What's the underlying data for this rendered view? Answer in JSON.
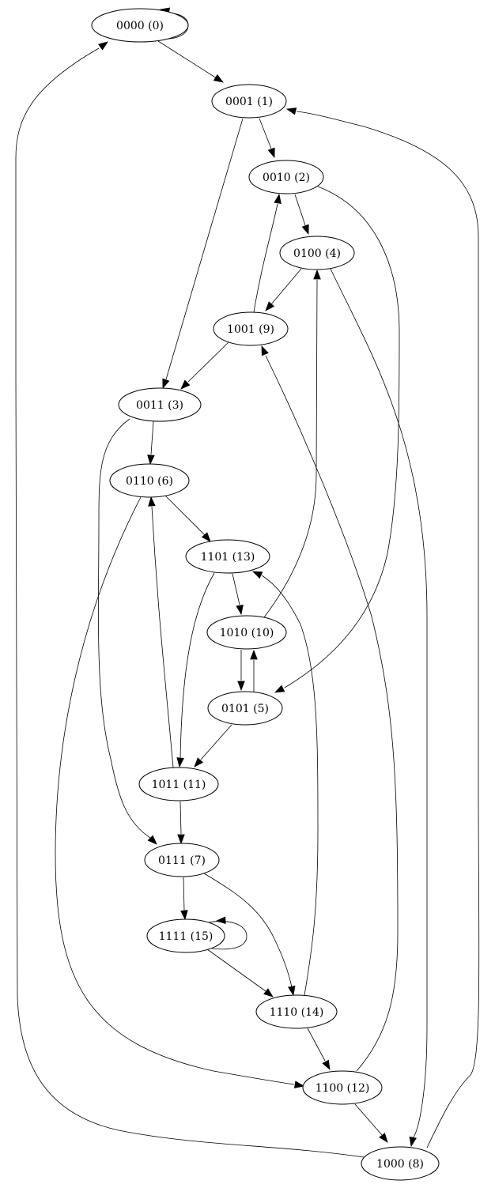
{
  "graph": {
    "type": "directed",
    "nodes": [
      {
        "id": "n0",
        "label": "0000 (0)"
      },
      {
        "id": "n1",
        "label": "0001 (1)"
      },
      {
        "id": "n2",
        "label": "0010 (2)"
      },
      {
        "id": "n4",
        "label": "0100 (4)"
      },
      {
        "id": "n9",
        "label": "1001 (9)"
      },
      {
        "id": "n3",
        "label": "0011 (3)"
      },
      {
        "id": "n6",
        "label": "0110 (6)"
      },
      {
        "id": "n13",
        "label": "1101 (13)"
      },
      {
        "id": "n10",
        "label": "1010 (10)"
      },
      {
        "id": "n5",
        "label": "0101 (5)"
      },
      {
        "id": "n11",
        "label": "1011 (11)"
      },
      {
        "id": "n7",
        "label": "0111 (7)"
      },
      {
        "id": "n15",
        "label": "1111 (15)"
      },
      {
        "id": "n14",
        "label": "1110 (14)"
      },
      {
        "id": "n12",
        "label": "1100 (12)"
      },
      {
        "id": "n8",
        "label": "1000 (8)"
      }
    ],
    "edges": [
      {
        "from": "n0",
        "to": "n0"
      },
      {
        "from": "n0",
        "to": "n1"
      },
      {
        "from": "n1",
        "to": "n2"
      },
      {
        "from": "n1",
        "to": "n3"
      },
      {
        "from": "n2",
        "to": "n4"
      },
      {
        "from": "n2",
        "to": "n5"
      },
      {
        "from": "n4",
        "to": "n9"
      },
      {
        "from": "n4",
        "to": "n8"
      },
      {
        "from": "n9",
        "to": "n2"
      },
      {
        "from": "n9",
        "to": "n3"
      },
      {
        "from": "n3",
        "to": "n6"
      },
      {
        "from": "n3",
        "to": "n7"
      },
      {
        "from": "n6",
        "to": "n13"
      },
      {
        "from": "n6",
        "to": "n12"
      },
      {
        "from": "n13",
        "to": "n10"
      },
      {
        "from": "n13",
        "to": "n11"
      },
      {
        "from": "n10",
        "to": "n5"
      },
      {
        "from": "n10",
        "to": "n4"
      },
      {
        "from": "n5",
        "to": "n10"
      },
      {
        "from": "n5",
        "to": "n11"
      },
      {
        "from": "n11",
        "to": "n6"
      },
      {
        "from": "n11",
        "to": "n7"
      },
      {
        "from": "n7",
        "to": "n15"
      },
      {
        "from": "n7",
        "to": "n14"
      },
      {
        "from": "n15",
        "to": "n15"
      },
      {
        "from": "n15",
        "to": "n14"
      },
      {
        "from": "n14",
        "to": "n13"
      },
      {
        "from": "n14",
        "to": "n12"
      },
      {
        "from": "n12",
        "to": "n9"
      },
      {
        "from": "n12",
        "to": "n8"
      },
      {
        "from": "n8",
        "to": "n0"
      },
      {
        "from": "n8",
        "to": "n1"
      }
    ]
  }
}
